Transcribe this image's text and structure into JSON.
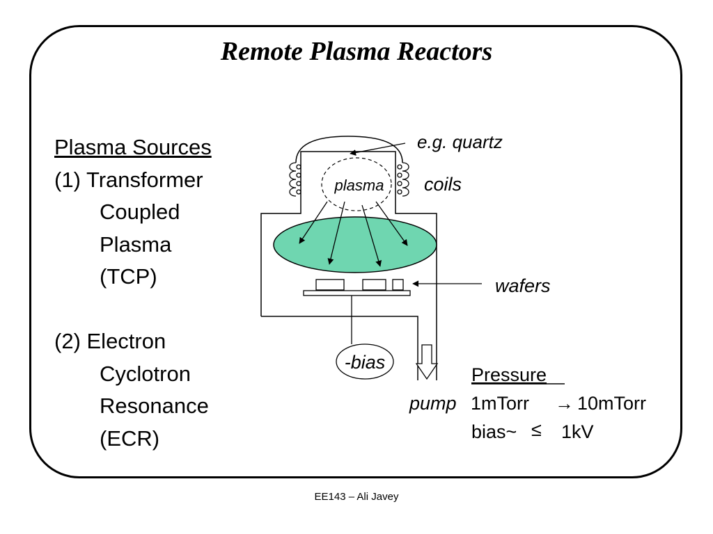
{
  "slide": {
    "title": "Remote Plasma Reactors",
    "footer": "EE143 – Ali Javey"
  },
  "sources": {
    "heading": "Plasma Sources",
    "items": [
      {
        "label": "(1) Transformer",
        "continuation": [
          "Coupled",
          "Plasma",
          "(TCP)"
        ]
      },
      {
        "label": "(2) Electron",
        "continuation": [
          "Cyclotron",
          "Resonance",
          "(ECR)"
        ]
      }
    ]
  },
  "diagram": {
    "labels": {
      "quartz": "e.g. quartz",
      "coils": "coils",
      "plasma": "plasma",
      "wafers": "wafers",
      "bias": "-bias",
      "pump": "pump"
    },
    "pressure": {
      "heading": "Pressure",
      "low": "1mTorr",
      "arrow": "→",
      "high": "10mTorr",
      "bias_prefix": "bias~",
      "bias_symbol": "≤",
      "bias_value": "1kV"
    },
    "colors": {
      "plasma_fill": "#6fd6b0",
      "lines": "#000000"
    }
  }
}
